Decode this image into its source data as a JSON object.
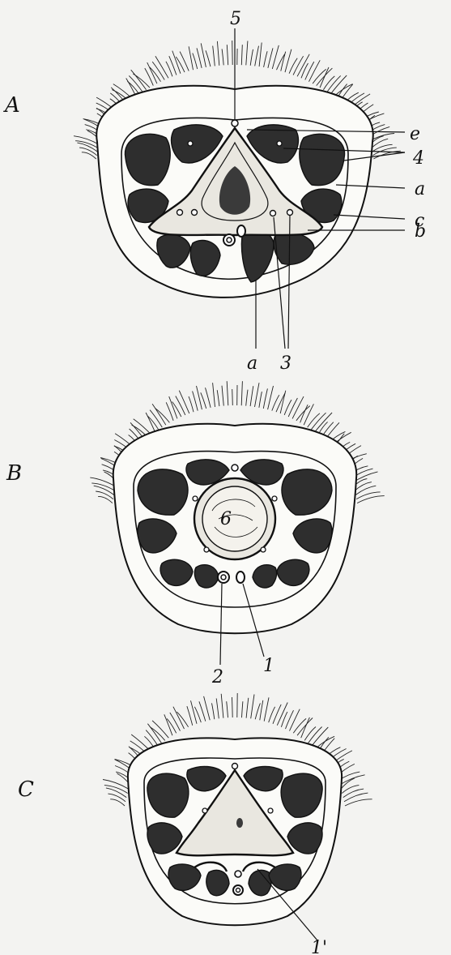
{
  "panels": [
    {
      "id": "A",
      "label": "A",
      "markers": {
        "five": "5",
        "e": "e",
        "four": "4",
        "a_right": "a",
        "c": "c",
        "b": "b",
        "a_bottom": "a",
        "three": "3"
      }
    },
    {
      "id": "B",
      "label": "B",
      "markers": {
        "six": "6",
        "two": "2",
        "one": "1"
      }
    },
    {
      "id": "C",
      "label": "C",
      "markers": {
        "one_prime": "1'"
      }
    }
  ],
  "colors": {
    "ink": "#111111",
    "paper": "#f3f3f1",
    "muscle": "#2e2e2e",
    "bone": "#e9e7e0"
  }
}
